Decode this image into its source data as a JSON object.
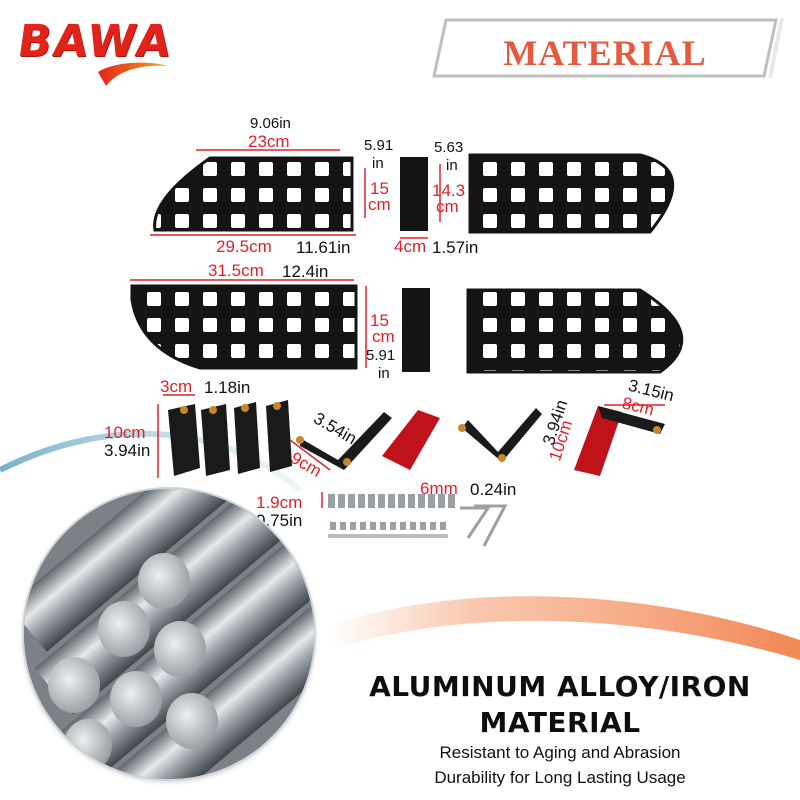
{
  "brand": {
    "name": "BAWA"
  },
  "banner": {
    "label": "MATERIAL"
  },
  "dims": {
    "top_width_in": "9.06in",
    "top_width_cm": "23cm",
    "left_height_in_a": "5.91",
    "left_height_in_b": "in",
    "left_height_cm_a": "15",
    "left_height_cm_b": "cm",
    "right_height_in_a": "5.63",
    "right_height_in_b": "in",
    "right_height_cm_a": "14.3",
    "right_height_cm_b": "cm",
    "row1_bottom_cm": "29.5cm",
    "row1_bottom_in": "11.61in",
    "strip_cm": "4cm",
    "strip_in": "1.57in",
    "row2_top_cm": "31.5cm",
    "row2_top_in": "12.4in",
    "row2_h_cm_a": "15",
    "row2_h_cm_b": "cm",
    "row2_h_in_a": "5.91",
    "row2_h_in_b": "in",
    "bracket_w_cm": "3cm",
    "bracket_w_in": "1.18in",
    "bracket_h_cm": "10cm",
    "bracket_h_in": "3.94in",
    "arm_in": "3.54in",
    "arm_cm": "9cm",
    "lbracket_in_top": "3.15in",
    "lbracket_cm_top": "8cm",
    "lbracket_in_side": "3.94in",
    "lbracket_cm_side": "10cm",
    "screw_mm": "6mm",
    "screw_in": "0.24in",
    "screw_len_cm": "1.9cm",
    "screw_len_in": "0.75in"
  },
  "material": {
    "headline_1": "ALUMINUM ALLOY/IRON",
    "headline_2": "MATERIAL",
    "sub_1": "Resistant to Aging and Abrasion",
    "sub_2": "Durability for Long Lasting Usage"
  },
  "colors": {
    "accent_red": "#e3202a",
    "banner_text": "#e5593f",
    "swoosh_blue": "#7fb6c9",
    "swoosh_orange": "#f28b54"
  }
}
